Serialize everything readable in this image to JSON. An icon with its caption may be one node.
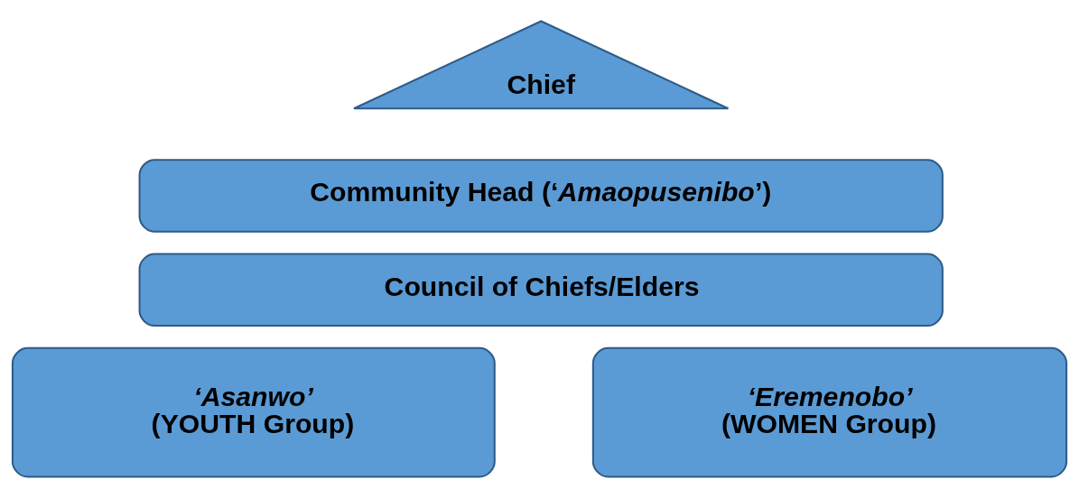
{
  "diagram": {
    "nodes": [
      {
        "text": [
          "Chief"
        ]
      },
      {
        "text": [
          "Community Head (‘*Amaopusenibo*’)"
        ]
      },
      {
        "text": [
          "Council of Chiefs/Elders"
        ]
      },
      {
        "text": [
          "‘Asanwo’",
          "(YOUTH Group)"
        ]
      },
      {
        "text": [
          "‘Eremenobo’",
          "(WOMEN Group)"
        ]
      }
    ],
    "edges": []
  }
}
